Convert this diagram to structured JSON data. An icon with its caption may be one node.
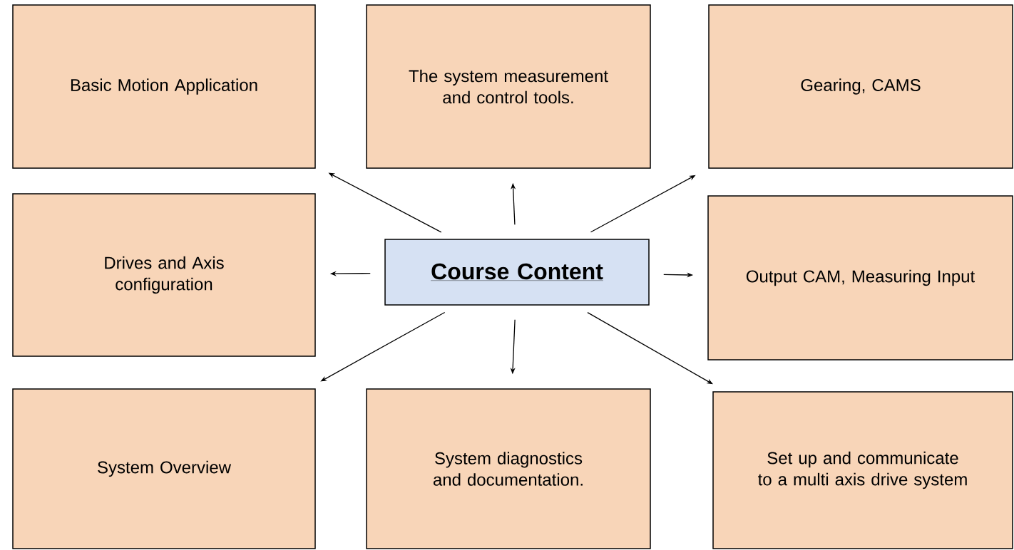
{
  "diagram": {
    "nodes": [
      {
        "text": [
          "Basic Motion Application"
        ]
      },
      {
        "text": [
          "The system measurement and control tools."
        ]
      },
      {
        "text": [
          "Gearing, CAMS"
        ]
      },
      {
        "text": [
          "Drives and Axis configuration"
        ]
      },
      {
        "text": [
          "Course Content"
        ]
      },
      {
        "text": [
          "Output CAM, Measuring Input"
        ]
      },
      {
        "text": [
          "System Overview"
        ]
      },
      {
        "text": [
          "System diagnostics and documentation."
        ]
      },
      {
        "text": [
          "Set up and communicate to a multi axis drive system"
        ]
      }
    ],
    "edges": [
      {
        "from": 4,
        "to": 0,
        "arrow": "to"
      },
      {
        "from": 4,
        "to": 1,
        "arrow": "to"
      },
      {
        "from": 4,
        "to": 2,
        "arrow": "to"
      },
      {
        "from": 4,
        "to": 3,
        "arrow": "to"
      },
      {
        "from": 4,
        "to": 5,
        "arrow": "to"
      },
      {
        "from": 4,
        "to": 6,
        "arrow": "to"
      },
      {
        "from": 4,
        "to": 7,
        "arrow": "to"
      },
      {
        "from": 4,
        "to": 8,
        "arrow": "to"
      }
    ]
  }
}
